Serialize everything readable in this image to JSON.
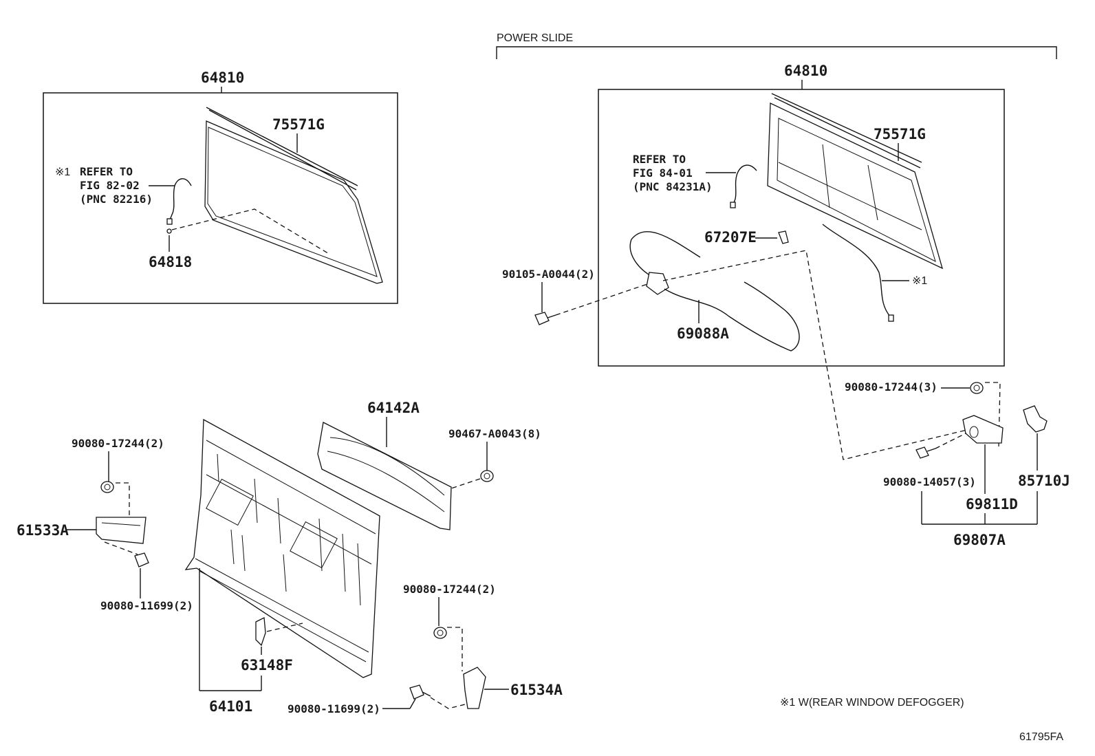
{
  "header": {
    "power_slide": "POWER SLIDE"
  },
  "left_box": {
    "callout_64810": "64810",
    "callout_75571g": "75571G",
    "refer_mark": "※1",
    "refer_line1": "REFER TO",
    "refer_line2": "FIG 82-02",
    "refer_line3": "(PNC 82216)",
    "callout_64818": "64818"
  },
  "right_box": {
    "callout_64810": "64810",
    "callout_75571g": "75571G",
    "refer_line1": "REFER TO",
    "refer_line2": "FIG 84-01",
    "refer_line3": "(PNC 84231A)",
    "callout_67207e": "67207E",
    "callout_90105": "90105-A0044(2)",
    "callout_69088a": "69088A",
    "callout_note1": "※1"
  },
  "right_lower": {
    "callout_90080_17244_3": "90080-17244(3)",
    "callout_90080_14057_3": "90080-14057(3)",
    "callout_85710j": "85710J",
    "callout_69811d": "69811D",
    "callout_69807a": "69807A"
  },
  "lower_left": {
    "callout_64142a": "64142A",
    "callout_90467": "90467-A0043(8)",
    "callout_90080_17244_2a": "90080-17244(2)",
    "callout_61533a": "61533A",
    "callout_90080_11699_2a": "90080-11699(2)",
    "callout_63148f": "63148F",
    "callout_64101": "64101",
    "callout_90080_17244_2b": "90080-17244(2)",
    "callout_61534a": "61534A",
    "callout_90080_11699_2b": "90080-11699(2)"
  },
  "footnote": "※1 W(REAR WINDOW DEFOGGER)",
  "figure_code": "61795FA",
  "icons": {
    "bolt": "bolt-icon",
    "nut": "nut-icon",
    "harness": "wire-harness-icon",
    "glass": "window-glass-icon",
    "panel": "back-panel-icon",
    "bracket": "bracket-icon",
    "motor": "motor-icon"
  }
}
